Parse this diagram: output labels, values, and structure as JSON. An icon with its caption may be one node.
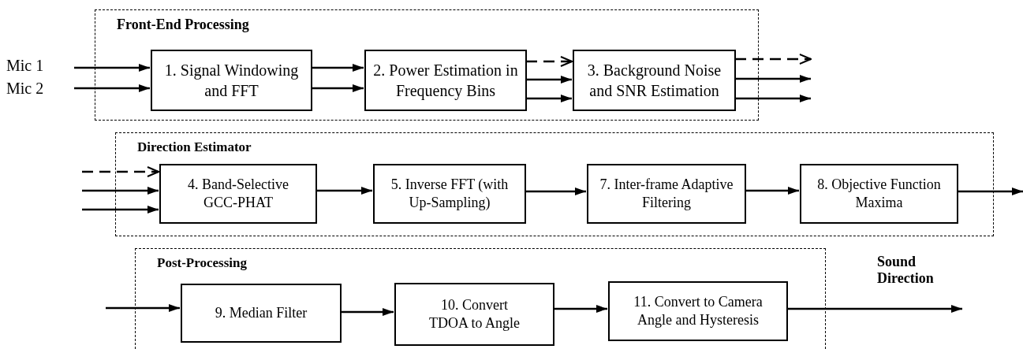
{
  "diagram": {
    "nodes": [
      {
        "text": [
          "Front-End Processing"
        ]
      },
      {
        "text": [
          "Mic 1"
        ]
      },
      {
        "text": [
          "Mic 2"
        ]
      },
      {
        "text": [
          "1. Signal Windowing and FFT"
        ],
        "in": 0
      },
      {
        "text": [
          "2. Power Estimation in Frequency Bins"
        ],
        "in": 0
      },
      {
        "text": [
          "3. Background Noise and SNR Estimation"
        ],
        "in": 0
      },
      {
        "text": [
          "Direction Estimator"
        ]
      },
      {
        "text": [
          "4. Band-Selective GCC-PHAT"
        ],
        "in": 6
      },
      {
        "text": [
          "5. Inverse FFT (with Up-Sampling)"
        ],
        "in": 6
      },
      {
        "text": [
          "7. Inter-frame Adaptive Filtering"
        ],
        "in": 6
      },
      {
        "text": [
          "8. Objective Function Maxima"
        ],
        "in": 6
      },
      {
        "text": [
          "Post-Processing"
        ]
      },
      {
        "text": [
          "9. Median Filter"
        ],
        "in": 11
      },
      {
        "text": [
          "10. Convert TDOA to Angle"
        ],
        "in": 11
      },
      {
        "text": [
          "11. Convert to Camera Angle and Hysteresis"
        ],
        "in": 11
      }
    ],
    "edges": [
      {
        "from": 1,
        "to": 3,
        "arrow": "to"
      },
      {
        "from": 2,
        "to": 3,
        "arrow": "to"
      },
      {
        "from": 3,
        "to": 4,
        "arrow": "to"
      },
      {
        "from": 3,
        "to": 4,
        "arrow": "to"
      },
      {
        "from": 4,
        "to": 5,
        "arrow": "to",
        "style": "dashed"
      },
      {
        "from": 4,
        "to": 5,
        "arrow": "to"
      },
      {
        "from": 4,
        "to": 5,
        "arrow": "to"
      },
      {
        "from": 5,
        "to": null,
        "arrow": "to",
        "style": "dashed"
      },
      {
        "from": 5,
        "to": null,
        "arrow": "to"
      },
      {
        "from": 5,
        "to": null,
        "arrow": "to"
      },
      {
        "from": null,
        "to": 7,
        "arrow": "to",
        "style": "dashed"
      },
      {
        "from": null,
        "to": 7,
        "arrow": "to"
      },
      {
        "from": null,
        "to": 7,
        "arrow": "to"
      },
      {
        "from": 7,
        "to": 8,
        "arrow": "to"
      },
      {
        "from": 8,
        "to": 9,
        "arrow": "to"
      },
      {
        "from": 9,
        "to": 10,
        "arrow": "to"
      },
      {
        "from": 10,
        "to": null,
        "arrow": "to"
      },
      {
        "from": null,
        "to": 12,
        "arrow": "to"
      },
      {
        "from": 12,
        "to": 13,
        "arrow": "to"
      },
      {
        "from": 13,
        "to": 14,
        "arrow": "to"
      },
      {
        "from": 14,
        "to": null,
        "arrow": "to",
        "label": "Sound Direction"
      }
    ]
  }
}
